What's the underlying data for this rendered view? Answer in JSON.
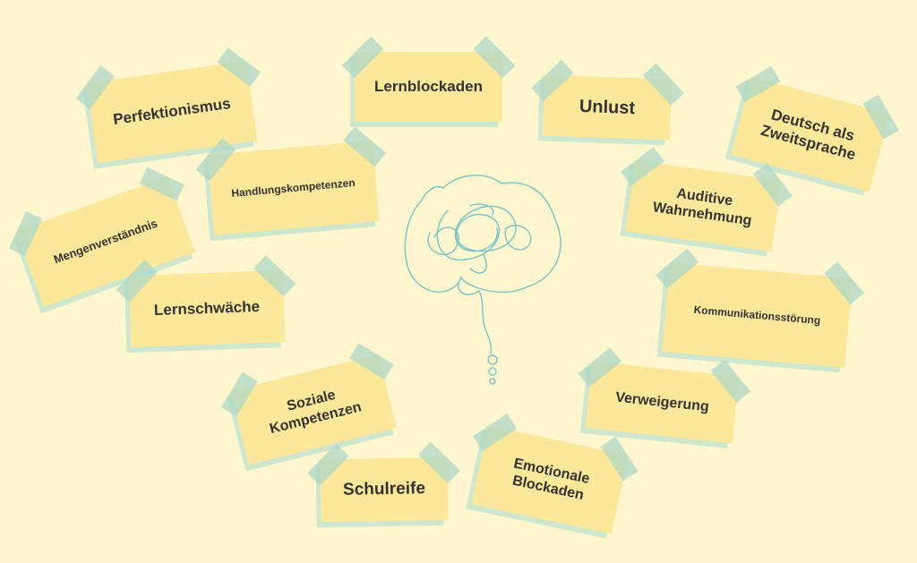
{
  "notes": [
    {
      "label": "Perfektionismus"
    },
    {
      "label": "Lernblockaden"
    },
    {
      "label": "Unlust"
    },
    {
      "label": "Deutsch als\nZweitsprache"
    },
    {
      "label": "Handlungskompetenzen"
    },
    {
      "label": "Mengenverständnis"
    },
    {
      "label": "Auditive\nWahrnehmung"
    },
    {
      "label": "Lernschwäche"
    },
    {
      "label": "Kommunikationsstörung"
    },
    {
      "label": "Soziale\nKompetenzen"
    },
    {
      "label": "Verweigerung"
    },
    {
      "label": "Schulreife"
    },
    {
      "label": "Emotionale\nBlockaden"
    }
  ],
  "colors": {
    "background": "#fdf6cf",
    "note": "#fbe89b",
    "tape": "#aad6c8",
    "line": "#7cc4c4"
  }
}
